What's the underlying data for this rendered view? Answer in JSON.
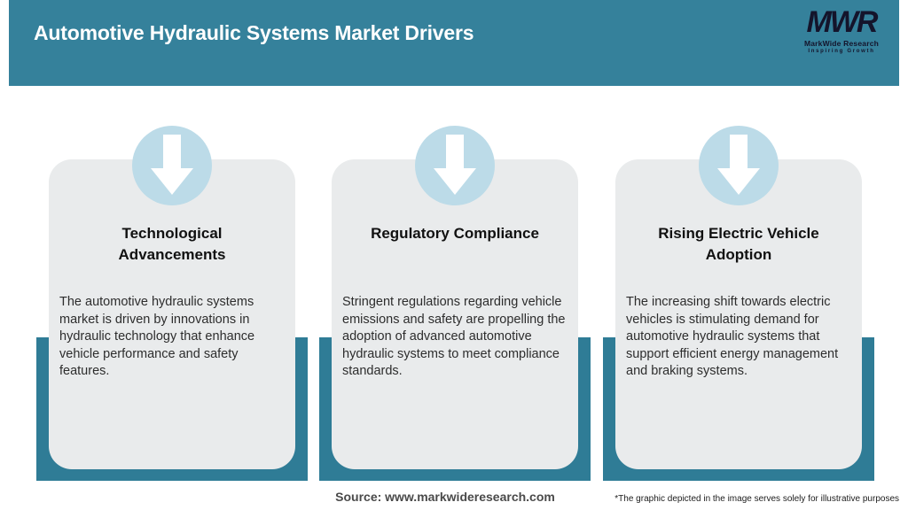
{
  "header": {
    "title": "Automotive Hydraulic Systems Market Drivers"
  },
  "logo": {
    "monogram": "MWR",
    "company": "MarkWide Research",
    "tagline": "Inspiring Growth"
  },
  "cards": [
    {
      "title": "Technological Advancements",
      "body": "The automotive hydraulic systems market is driven by innovations in hydraulic technology that enhance vehicle performance and safety features."
    },
    {
      "title": "Regulatory Compliance",
      "body": "Stringent regulations regarding vehicle emissions and safety are propelling the adoption of advanced automotive hydraulic systems to meet compliance standards."
    },
    {
      "title": "Rising Electric Vehicle Adoption",
      "body": "The increasing shift towards electric vehicles is stimulating demand for automotive hydraulic systems that support efficient energy management and braking systems."
    }
  ],
  "footer": {
    "source": "Source: www.markwideresearch.com",
    "disclaimer": "*The graphic depicted in the image serves solely for illustrative purposes"
  },
  "icons": {
    "badge_icon": "arrow-down-icon"
  },
  "colors": {
    "header_teal": "#35819b",
    "ribbon_teal": "#2f7c96",
    "circle_blue": "#bcdbe8",
    "card_gray": "#e9ebec",
    "title_text": "#111111",
    "body_text": "#2d2d2d",
    "source_text": "#4a4a4a",
    "logo_ink": "#14142b"
  }
}
